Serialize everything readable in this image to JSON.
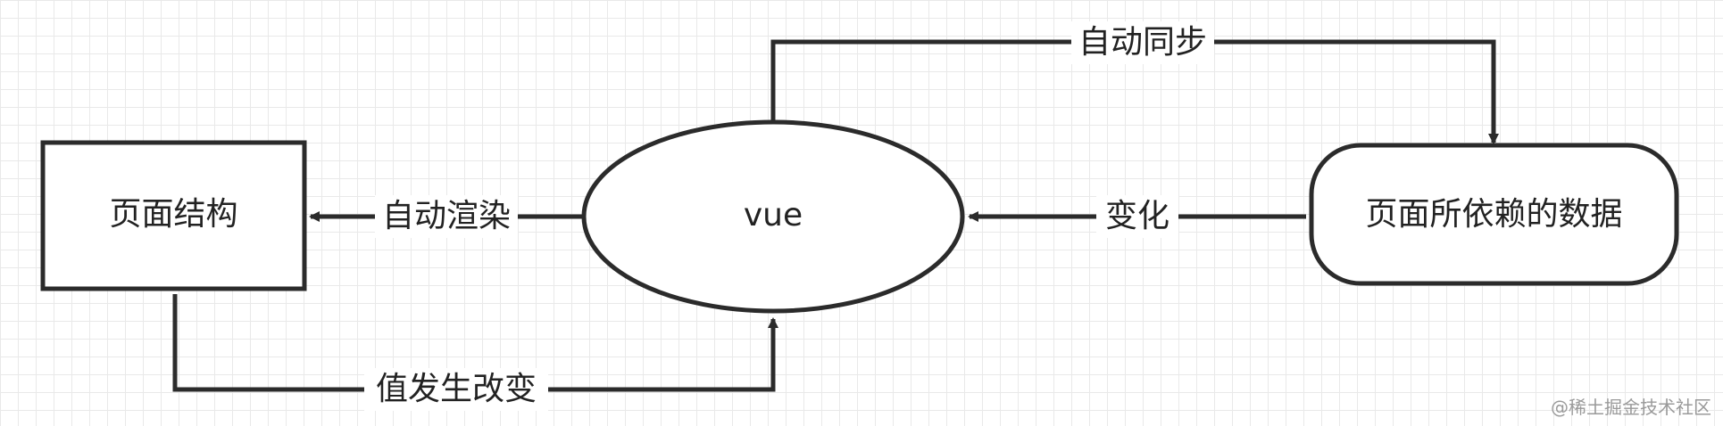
{
  "nodes": {
    "page_structure": "页面结构",
    "vue": "vue",
    "page_data": "页面所依赖的数据"
  },
  "edges": {
    "auto_sync": "自动同步",
    "auto_render": "自动渲染",
    "change": "变化",
    "value_changed": "值发生改变"
  },
  "watermark": "@稀土掘金技术社区",
  "colors": {
    "stroke": "#2b2b2b",
    "grid": "#e9e9e9",
    "background": "#ffffff"
  }
}
